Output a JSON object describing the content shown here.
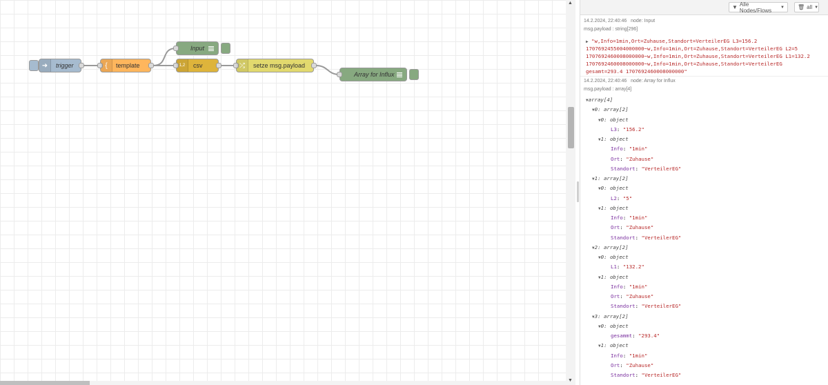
{
  "workspace": {
    "nodes": {
      "trigger": {
        "label": "trigger",
        "color": "#a6bbcf"
      },
      "template": {
        "label": "template",
        "color": "#ffb65d"
      },
      "input": {
        "label": "Input",
        "color": "#87a980"
      },
      "csv": {
        "label": "csv",
        "color": "#deb43b",
        "icon_text": "1,2"
      },
      "change": {
        "label": "setze msg.payload",
        "color": "#e2d96e"
      },
      "array": {
        "label": "Array for Influx",
        "color": "#87a980"
      }
    }
  },
  "sidebar": {
    "filter_label": "Alle Nodes/Flows",
    "clear_label": "all",
    "messages": [
      {
        "timestamp": "14.2.2024, 22:40:46",
        "node_label": "node: Input",
        "topic": "msg.payload : string[296]",
        "lines": [
          "\"w,Info=1min,Ort=Zuhause,Standort=VerteilerEG L3=156.2",
          "1707692455004000000~w,Info=1min,Ort=Zuhause,Standort=VerteilerEG L2=5",
          "1707692460008000000~w,Info=1min,Ort=Zuhause,Standort=VerteilerEG L1=132.2",
          "1707692460008000000~w,Info=1min,Ort=Zuhause,Standort=VerteilerEG",
          "gesamt=293.4 1707692460008000000\""
        ]
      },
      {
        "timestamp": "14.2.2024, 22:40:46",
        "node_label": "node: Array for Influx",
        "topic": "msg.payload : array[4]",
        "tree": [
          {
            "indent": 0,
            "type": "array[4]"
          },
          {
            "indent": 1,
            "type": "0: array[2]"
          },
          {
            "indent": 2,
            "type": "0: object"
          },
          {
            "indent": 3,
            "key": "L3",
            "value": "\"156.2\""
          },
          {
            "indent": 2,
            "type": "1: object"
          },
          {
            "indent": 3,
            "key": "Info",
            "value": "\"1min\""
          },
          {
            "indent": 3,
            "key": "Ort",
            "value": "\"Zuhause\""
          },
          {
            "indent": 3,
            "key": "Standort",
            "value": "\"VerteilerEG\""
          },
          {
            "indent": 1,
            "type": "1: array[2]"
          },
          {
            "indent": 2,
            "type": "0: object"
          },
          {
            "indent": 3,
            "key": "L2",
            "value": "\"5\""
          },
          {
            "indent": 2,
            "type": "1: object"
          },
          {
            "indent": 3,
            "key": "Info",
            "value": "\"1min\""
          },
          {
            "indent": 3,
            "key": "Ort",
            "value": "\"Zuhause\""
          },
          {
            "indent": 3,
            "key": "Standort",
            "value": "\"VerteilerEG\""
          },
          {
            "indent": 1,
            "type": "2: array[2]"
          },
          {
            "indent": 2,
            "type": "0: object"
          },
          {
            "indent": 3,
            "key": "L1",
            "value": "\"132.2\""
          },
          {
            "indent": 2,
            "type": "1: object"
          },
          {
            "indent": 3,
            "key": "Info",
            "value": "\"1min\""
          },
          {
            "indent": 3,
            "key": "Ort",
            "value": "\"Zuhause\""
          },
          {
            "indent": 3,
            "key": "Standort",
            "value": "\"VerteilerEG\""
          },
          {
            "indent": 1,
            "type": "3: array[2]"
          },
          {
            "indent": 2,
            "type": "0: object"
          },
          {
            "indent": 3,
            "key": "gesammt",
            "value": "\"293.4\""
          },
          {
            "indent": 2,
            "type": "1: object"
          },
          {
            "indent": 3,
            "key": "Info",
            "value": "\"1min\""
          },
          {
            "indent": 3,
            "key": "Ort",
            "value": "\"Zuhause\""
          },
          {
            "indent": 3,
            "key": "Standort",
            "value": "\"VerteilerEG\""
          }
        ]
      }
    ]
  }
}
